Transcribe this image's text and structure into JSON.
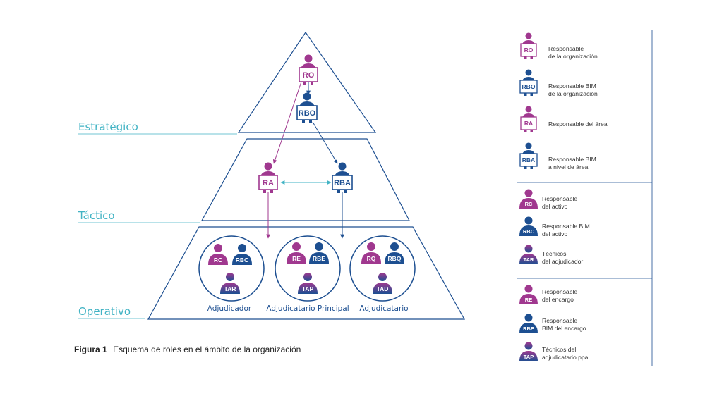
{
  "levels": {
    "strategic": "Estratégico",
    "tactical": "Táctico",
    "operative": "Operativo"
  },
  "roles": {
    "ro": "RO",
    "rbo": "RBO",
    "ra": "RA",
    "rba": "RBA",
    "rc": "RC",
    "rbc": "RBC",
    "tar": "TAR",
    "re": "RE",
    "rbe": "RBE",
    "tap": "TAP",
    "rq": "RQ",
    "rbq": "RBQ",
    "tad": "TAD"
  },
  "groups": {
    "adjudicador": "Adjudicador",
    "adjudicatario_principal": "Adjudicatario Principal",
    "adjudicatario": "Adjudicatario"
  },
  "caption": {
    "label": "Figura 1",
    "text": "Esquema de roles en el ámbito de la organización"
  },
  "legend": [
    {
      "badge": "RO",
      "lines": [
        "Responsable",
        "de la organización"
      ]
    },
    {
      "badge": "RBO",
      "lines": [
        "Responsable BIM",
        "de la organización"
      ]
    },
    {
      "badge": "RA",
      "lines": [
        "Responsable del área"
      ]
    },
    {
      "badge": "RBA",
      "lines": [
        "Responsable BIM",
        "a nivel de área"
      ]
    },
    {
      "badge": "RC",
      "lines": [
        "Responsable",
        "del activo"
      ]
    },
    {
      "badge": "RBC",
      "lines": [
        "Responsable BIM",
        "del activo"
      ]
    },
    {
      "badge": "TAR",
      "lines": [
        "Técnicos",
        "del adjudicador"
      ]
    },
    {
      "badge": "RE",
      "lines": [
        "Responsable",
        "del encargo"
      ]
    },
    {
      "badge": "RBE",
      "lines": [
        "Responsable",
        "BIM del encargo"
      ]
    },
    {
      "badge": "TAP",
      "lines": [
        "Técnicos del",
        "adjudicatario ppal."
      ]
    }
  ],
  "colors": {
    "magenta": "#a0388f",
    "blue": "#1d4f91",
    "teal": "#41b3c4",
    "grid": "#1d4f91"
  }
}
